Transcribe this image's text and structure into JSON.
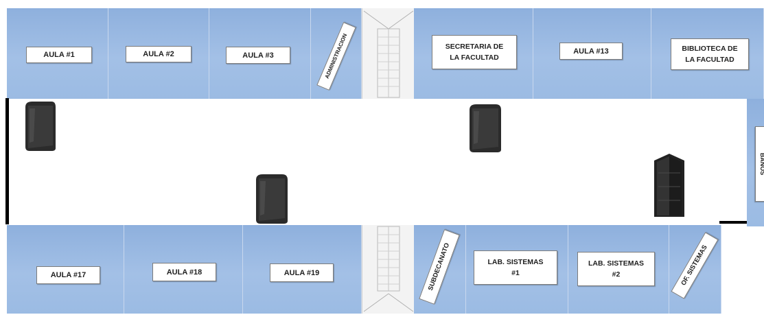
{
  "top_rooms": {
    "aula1": "AULA #1",
    "aula2": "AULA #2",
    "aula3": "AULA #3",
    "administracion": "ADMINISTRACION",
    "secretaria": "SECRETARIA DE\nLA FACULTAD",
    "aula13": "AULA #13",
    "biblioteca": "BIBLIOTECA DE\nLA FACULTAD"
  },
  "side_room": {
    "banos": "BAÑOS"
  },
  "bottom_rooms": {
    "aula17": "AULA #17",
    "aula18": "AULA #18",
    "aula19": "AULA #19",
    "subdecanato": "SUBDECANATO",
    "lab1": "LAB. SISTEMAS\n#1",
    "lab2": "LAB. SISTEMAS\n#2",
    "of_sistemas": "OF. SISTEMAS"
  },
  "colors": {
    "room_fill": "#9bbbe3",
    "speaker": "#2b2b2b",
    "wall": "#000000"
  },
  "icons": [
    "speaker-icon",
    "stairs-icon"
  ]
}
